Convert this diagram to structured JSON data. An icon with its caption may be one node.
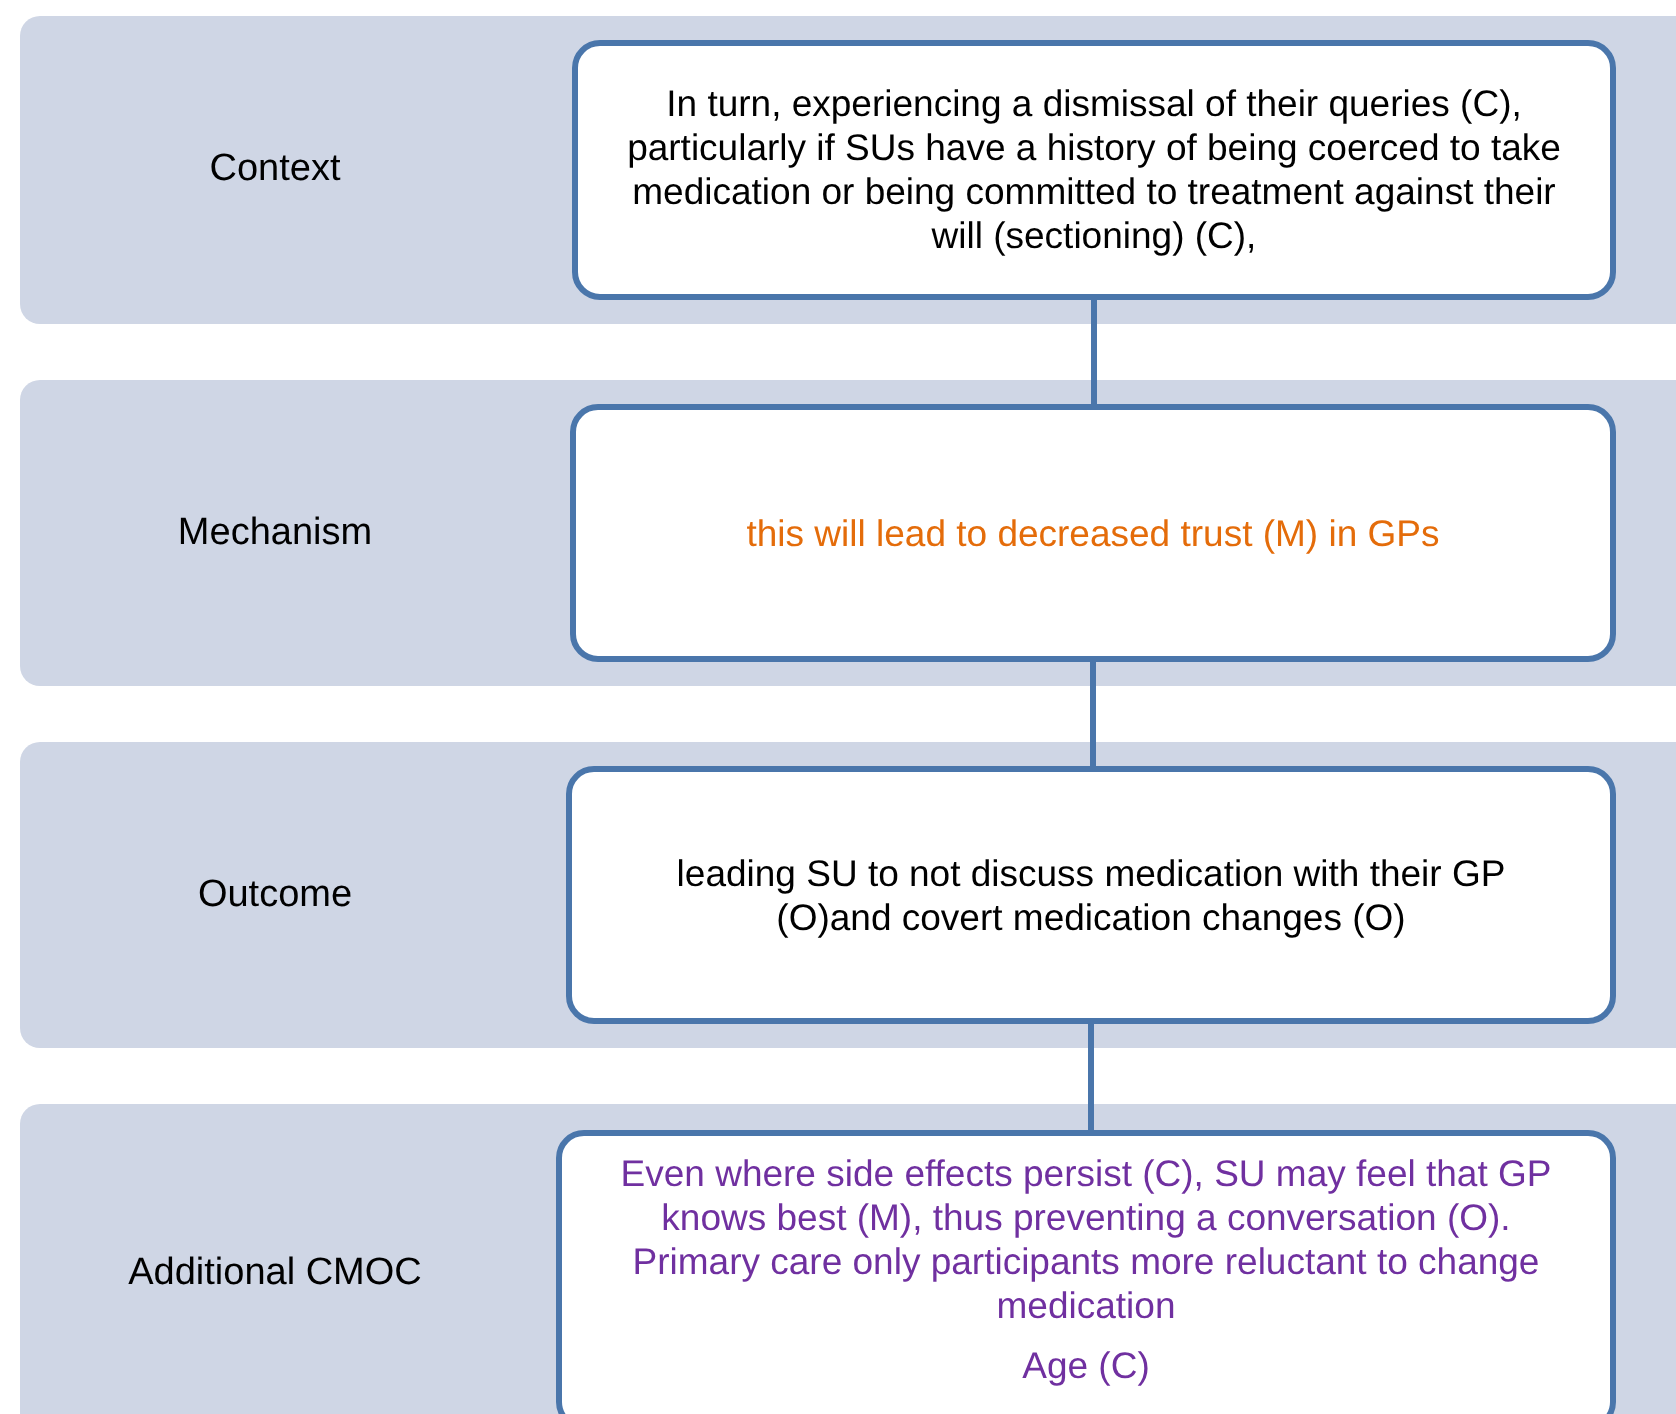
{
  "diagram": {
    "nodes": [
      {
        "text": [
          "Context"
        ]
      },
      {
        "text": [
          "In turn, experiencing a dismissal of their queries (C), particularly if SUs have a history of being coerced to take medication or being committed to treatment against their will (sectioning) (C),"
        ],
        "in": 0
      },
      {
        "text": [
          "Mechanism"
        ]
      },
      {
        "text": [
          "this will lead to decreased trust (M) in GPs"
        ],
        "in": 2
      },
      {
        "text": [
          "Outcome"
        ]
      },
      {
        "text": [
          "leading SU to not discuss medication with their GP (O)and covert medication changes (O)"
        ],
        "in": 4
      },
      {
        "text": [
          "Additional CMOC"
        ]
      },
      {
        "text": [
          "Even where side effects persist (C), SU may feel that GP knows best (M), thus preventing a conversation (O). Primary care only participants more reluctant to change medication",
          "Age (C)"
        ],
        "in": 6
      }
    ],
    "edges": [
      {
        "from": 1,
        "to": 3,
        "arrow": "none"
      },
      {
        "from": 3,
        "to": 5,
        "arrow": "none"
      },
      {
        "from": 5,
        "to": 7,
        "arrow": "none"
      }
    ]
  }
}
